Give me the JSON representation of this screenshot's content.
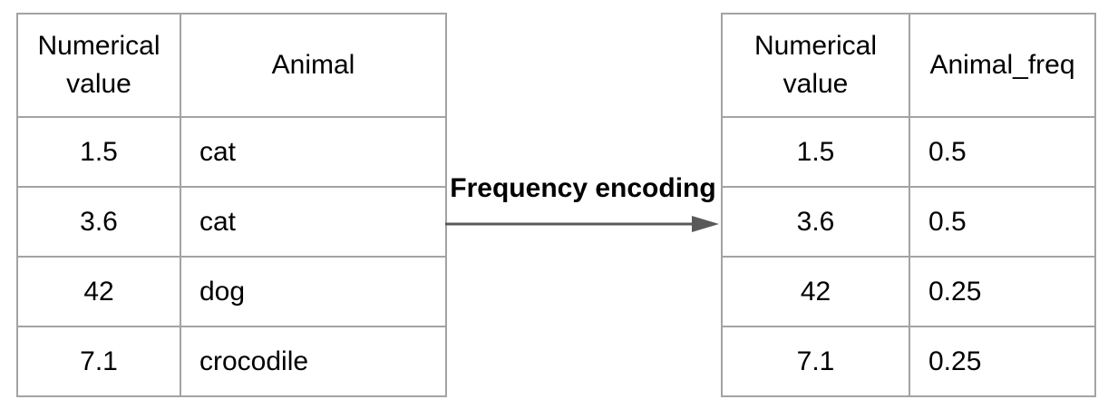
{
  "diagram": {
    "arrow": {
      "label": "Frequency encoding",
      "direction": "right"
    },
    "left_table": {
      "headers": [
        "Numerical value",
        "Animal"
      ],
      "rows": [
        [
          "1.5",
          "cat"
        ],
        [
          "3.6",
          "cat"
        ],
        [
          "42",
          "dog"
        ],
        [
          "7.1",
          "crocodile"
        ]
      ]
    },
    "right_table": {
      "headers": [
        "Numerical value",
        "Animal_freq"
      ],
      "rows": [
        [
          "1.5",
          "0.5"
        ],
        [
          "3.6",
          "0.5"
        ],
        [
          "42",
          "0.25"
        ],
        [
          "7.1",
          "0.25"
        ]
      ]
    },
    "colors": {
      "background": "#ffffff",
      "table_border": "#a3a3a3",
      "text": "#000000",
      "arrow": "#595959"
    }
  }
}
